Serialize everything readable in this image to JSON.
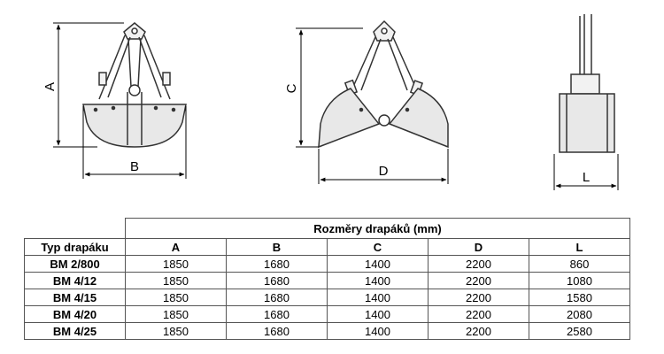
{
  "drawings": {
    "front_view": {
      "dim_a": "A",
      "dim_b": "B"
    },
    "open_view": {
      "dim_c": "C",
      "dim_d": "D"
    },
    "side_view": {
      "dim_l": "L"
    }
  },
  "table": {
    "group_header": "Rozměry drapáků (mm)",
    "row_header": "Typ drapáku",
    "columns": [
      "A",
      "B",
      "C",
      "D",
      "L"
    ],
    "rows": [
      {
        "typ": "BM 2/800",
        "values": [
          "1850",
          "1680",
          "1400",
          "2200",
          "860"
        ]
      },
      {
        "typ": "BM 4/12",
        "values": [
          "1850",
          "1680",
          "1400",
          "2200",
          "1080"
        ]
      },
      {
        "typ": "BM 4/15",
        "values": [
          "1850",
          "1680",
          "1400",
          "2200",
          "1580"
        ]
      },
      {
        "typ": "BM 4/20",
        "values": [
          "1850",
          "1680",
          "1400",
          "2200",
          "2080"
        ]
      },
      {
        "typ": "BM 4/25",
        "values": [
          "1850",
          "1680",
          "1400",
          "2200",
          "2580"
        ]
      }
    ]
  }
}
